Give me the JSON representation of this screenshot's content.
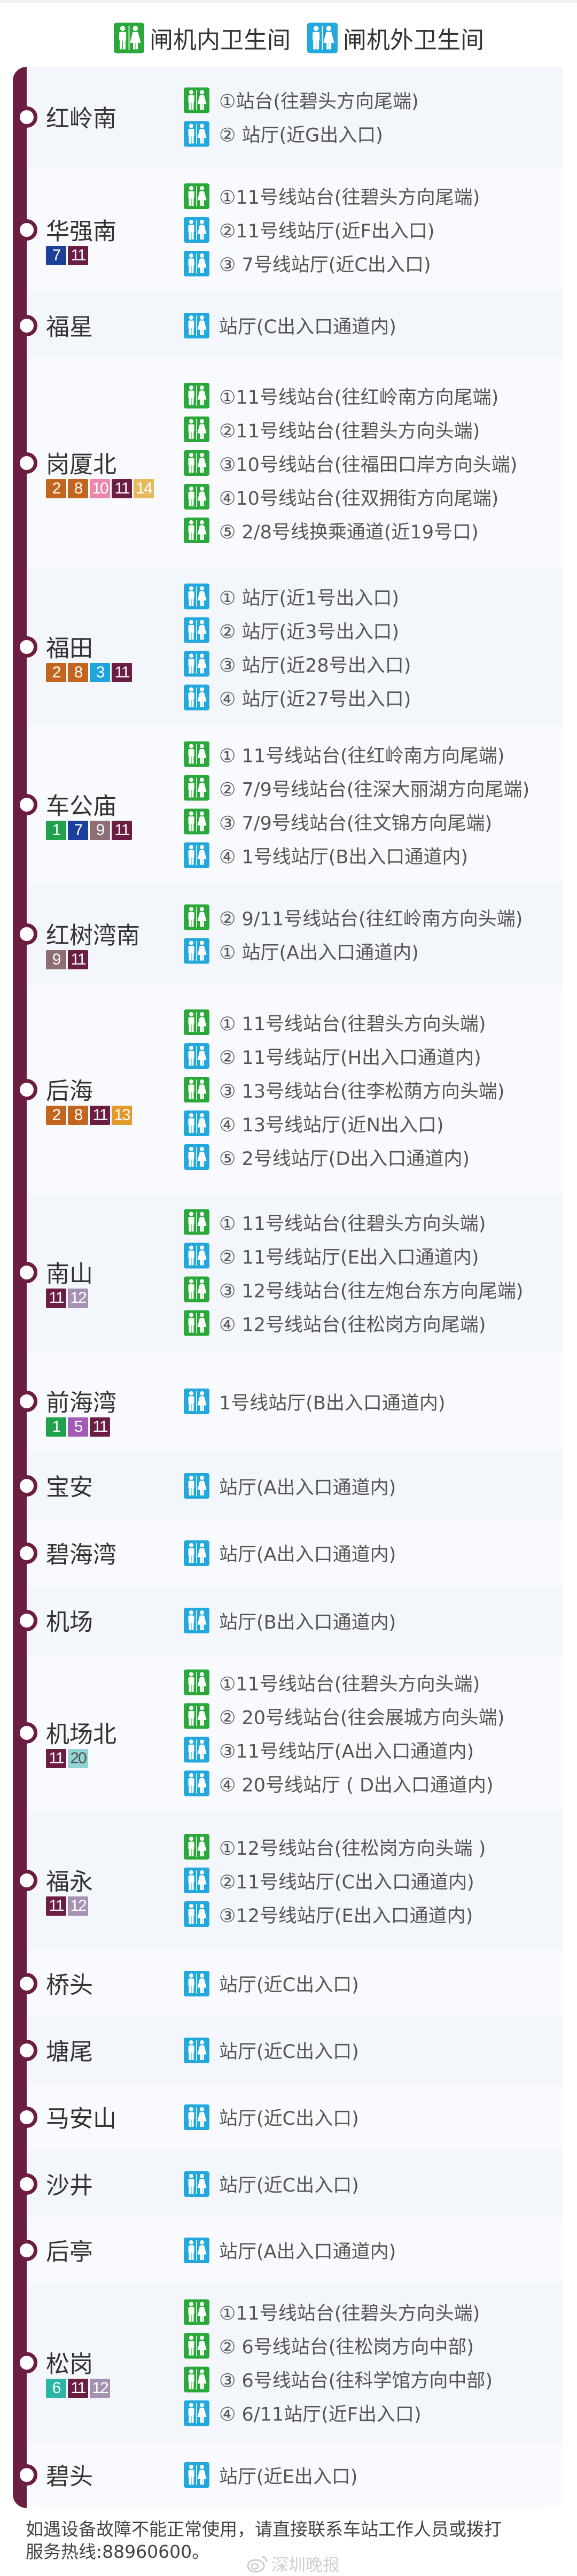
{
  "legend": {
    "inside": {
      "label": "闸机内卫生间",
      "icon": "restroom-icon",
      "color": "#2aa83a"
    },
    "outside": {
      "label": "闸机外卫生间",
      "icon": "restroom-icon",
      "color": "#22a8dc"
    }
  },
  "line_color": "#6b1d42",
  "line_colors": {
    "1": "#1fa24b",
    "2": "#c2661f",
    "3": "#1ea3da",
    "5": "#a35bb8",
    "6": "#2bb5a6",
    "7": "#1d3f9c",
    "8": "#c2661f",
    "9": "#8e6d74",
    "10": "#ea87aa",
    "11": "#6b1d42",
    "12": "#a592b2",
    "13": "#e2982a",
    "14": "#e6ba5c",
    "20": "#92d4d6"
  },
  "stations": [
    {
      "name": "红岭南",
      "lines": [],
      "facilities": [
        {
          "type": "inside",
          "text": "①站台(往碧头方向尾端)"
        },
        {
          "type": "outside",
          "text": "② 站厅(近G出入口)"
        }
      ]
    },
    {
      "name": "华强南",
      "lines": [
        "7",
        "11"
      ],
      "facilities": [
        {
          "type": "inside",
          "text": "①11号线站台(往碧头方向尾端)"
        },
        {
          "type": "outside",
          "text": "②11号线站厅(近F出入口)"
        },
        {
          "type": "outside",
          "text": "③ 7号线站厅(近C出入口)"
        }
      ]
    },
    {
      "name": "福星",
      "lines": [],
      "facilities": [
        {
          "type": "outside",
          "text": "站厅(C出入口通道内)"
        }
      ]
    },
    {
      "name": "岗厦北",
      "lines": [
        "2",
        "8",
        "10",
        "11",
        "14"
      ],
      "facilities": [
        {
          "type": "inside",
          "text": "①11号线站台(往红岭南方向尾端)"
        },
        {
          "type": "inside",
          "text": "②11号线站台(往碧头方向头端)"
        },
        {
          "type": "inside",
          "text": "③10号线站台(往福田口岸方向头端)"
        },
        {
          "type": "inside",
          "text": "④10号线站台(往双拥街方向尾端)"
        },
        {
          "type": "inside",
          "text": "⑤ 2/8号线换乘通道(近19号口)"
        }
      ]
    },
    {
      "name": "福田",
      "lines": [
        "2",
        "8",
        "3",
        "11"
      ],
      "facilities": [
        {
          "type": "outside",
          "text": "① 站厅(近1号出入口)"
        },
        {
          "type": "outside",
          "text": "② 站厅(近3号出入口)"
        },
        {
          "type": "outside",
          "text": "③ 站厅(近28号出入口)"
        },
        {
          "type": "outside",
          "text": "④ 站厅(近27号出入口)"
        }
      ]
    },
    {
      "name": "车公庙",
      "lines": [
        "1",
        "7",
        "9",
        "11"
      ],
      "facilities": [
        {
          "type": "inside",
          "text": "① 11号线站台(往红岭南方向尾端)"
        },
        {
          "type": "inside",
          "text": "② 7/9号线站台(往深大丽湖方向尾端)"
        },
        {
          "type": "inside",
          "text": "③ 7/9号线站台(往文锦方向尾端)"
        },
        {
          "type": "outside",
          "text": "④ 1号线站厅(B出入口通道内)"
        }
      ]
    },
    {
      "name": "红树湾南",
      "lines": [
        "9",
        "11"
      ],
      "facilities": [
        {
          "type": "inside",
          "text": "② 9/11号线站台(往红岭南方向头端)"
        },
        {
          "type": "outside",
          "text": "① 站厅(A出入口通道内)"
        }
      ]
    },
    {
      "name": "后海",
      "lines": [
        "2",
        "8",
        "11",
        "13"
      ],
      "facilities": [
        {
          "type": "inside",
          "text": "① 11号线站台(往碧头方向头端)"
        },
        {
          "type": "outside",
          "text": "② 11号线站厅(H出入口通道内)"
        },
        {
          "type": "inside",
          "text": "③ 13号线站台(往李松荫方向头端)"
        },
        {
          "type": "outside",
          "text": "④ 13号线站厅(近N出入口)"
        },
        {
          "type": "outside",
          "text": "⑤ 2号线站厅(D出入口通道内)"
        }
      ]
    },
    {
      "name": "南山",
      "lines": [
        "11",
        "12"
      ],
      "facilities": [
        {
          "type": "inside",
          "text": "① 11号线站台(往碧头方向头端)"
        },
        {
          "type": "outside",
          "text": "② 11号线站厅(E出入口通道内)"
        },
        {
          "type": "inside",
          "text": "③ 12号线站台(往左炮台东方向尾端)"
        },
        {
          "type": "inside",
          "text": "④ 12号线站台(往松岗方向尾端)"
        }
      ]
    },
    {
      "name": "前海湾",
      "lines": [
        "1",
        "5",
        "11"
      ],
      "facilities": [
        {
          "type": "outside",
          "text": "1号线站厅(B出入口通道内)"
        }
      ]
    },
    {
      "name": "宝安",
      "lines": [],
      "facilities": [
        {
          "type": "outside",
          "text": "站厅(A出入口通道内)"
        }
      ]
    },
    {
      "name": "碧海湾",
      "lines": [],
      "facilities": [
        {
          "type": "outside",
          "text": "站厅(A出入口通道内)"
        }
      ]
    },
    {
      "name": "机场",
      "lines": [],
      "facilities": [
        {
          "type": "outside",
          "text": "站厅(B出入口通道内)"
        }
      ]
    },
    {
      "name": "机场北",
      "lines": [
        "11",
        "20"
      ],
      "facilities": [
        {
          "type": "inside",
          "text": "①11号线站台(往碧头方向头端)"
        },
        {
          "type": "inside",
          "text": "② 20号线站台(往会展城方向头端)"
        },
        {
          "type": "outside",
          "text": "③11号线站厅(A出入口通道内)"
        },
        {
          "type": "outside",
          "text": "④ 20号线站厅 ( D出入口通道内)"
        }
      ]
    },
    {
      "name": "福永",
      "lines": [
        "11",
        "12"
      ],
      "facilities": [
        {
          "type": "inside",
          "text": "①12号线站台(往松岗方向头端 )"
        },
        {
          "type": "outside",
          "text": "②11号线站厅(C出入口通道内)"
        },
        {
          "type": "outside",
          "text": "③12号线站厅(E出入口通道内)"
        }
      ]
    },
    {
      "name": "桥头",
      "lines": [],
      "facilities": [
        {
          "type": "outside",
          "text": "站厅(近C出入口)"
        }
      ]
    },
    {
      "name": "塘尾",
      "lines": [],
      "facilities": [
        {
          "type": "outside",
          "text": "站厅(近C出入口)"
        }
      ]
    },
    {
      "name": "马安山",
      "lines": [],
      "facilities": [
        {
          "type": "outside",
          "text": "站厅(近C出入口)"
        }
      ]
    },
    {
      "name": "沙井",
      "lines": [],
      "facilities": [
        {
          "type": "outside",
          "text": "站厅(近C出入口)"
        }
      ]
    },
    {
      "name": "后亭",
      "lines": [],
      "facilities": [
        {
          "type": "outside",
          "text": "站厅(A出入口通道内)"
        }
      ]
    },
    {
      "name": "松岗",
      "lines": [
        "6",
        "11",
        "12"
      ],
      "facilities": [
        {
          "type": "inside",
          "text": "①11号线站台(往碧头方向头端)"
        },
        {
          "type": "inside",
          "text": "② 6号线站台(往松岗方向中部)"
        },
        {
          "type": "inside",
          "text": "③ 6号线站台(往科学馆方向中部)"
        },
        {
          "type": "outside",
          "text": "④ 6/11站厅(近F出入口)"
        }
      ]
    },
    {
      "name": "碧头",
      "lines": [],
      "facilities": [
        {
          "type": "outside",
          "text": "站厅(近E出入口)"
        }
      ]
    }
  ],
  "footer": {
    "line1": "如遇设备故障不能正常使用，请直接联系车站工作人员或拨打",
    "line2": "服务热线:88960600。"
  },
  "watermark": "深圳晚报"
}
